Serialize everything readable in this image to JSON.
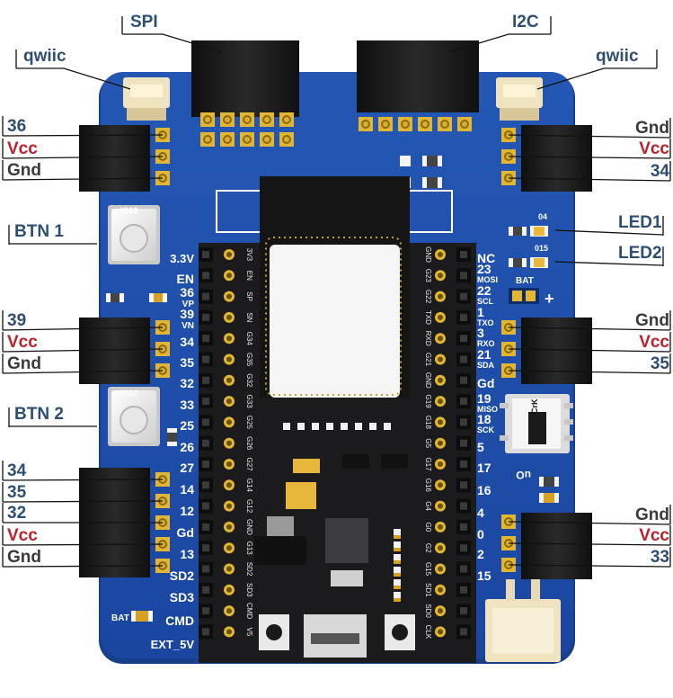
{
  "connectors": {
    "spi": "SPI",
    "i2c": "I2C",
    "qwiic_left": "qwiic",
    "qwiic_right": "qwiic"
  },
  "left_callouts": {
    "h1": [
      "36",
      "Vcc",
      "Gnd"
    ],
    "btn1": "BTN 1",
    "h2": [
      "39",
      "Vcc",
      "Gnd"
    ],
    "btn2": "BTN 2",
    "h3": [
      "34",
      "35",
      "32",
      "Vcc",
      "Gnd"
    ]
  },
  "right_callouts": {
    "h1": [
      "Gnd",
      "Vcc",
      "34"
    ],
    "led1": "LED1",
    "led2": "LED2",
    "h2": [
      "Gnd",
      "Vcc",
      "35"
    ],
    "h3": [
      "Gnd",
      "Vcc",
      "33"
    ]
  },
  "board": {
    "left_pins": [
      "3.3V",
      "EN",
      "36",
      "39",
      "34",
      "35",
      "32",
      "33",
      "25",
      "26",
      "27",
      "14",
      "12",
      "Gd",
      "13",
      "SD2",
      "SD3",
      "CMD",
      "EXT_5V"
    ],
    "left_pins_sub": [
      "",
      "",
      "VP",
      "VN",
      "",
      "",
      "",
      "",
      "",
      "",
      "",
      "",
      "",
      "",
      "",
      "",
      "",
      "",
      ""
    ],
    "right_pins": [
      "NC",
      "23",
      "22",
      "1",
      "3",
      "21",
      "Gd",
      "19",
      "18",
      "5",
      "17",
      "16",
      "4",
      "0",
      "2",
      "15"
    ],
    "right_pins_sub": [
      "",
      "MOSI",
      "SCL",
      "TXO",
      "RXO",
      "SDA",
      "",
      "MISO",
      "SCK",
      "",
      "",
      "",
      "",
      "",
      "",
      ""
    ],
    "module_left_pins": [
      "3V3",
      "EN",
      "SP",
      "SN",
      "G34",
      "G35",
      "G32",
      "G33",
      "G25",
      "G26",
      "G27",
      "G14",
      "G12",
      "GND",
      "G13",
      "SD2",
      "SD3",
      "CMD",
      "V5"
    ],
    "module_right_pins": [
      "GND",
      "G23",
      "G22",
      "TXD",
      "RXD",
      "G21",
      "GND",
      "G19",
      "G18",
      "G5",
      "G17",
      "G16",
      "G4",
      "G0",
      "G2",
      "G15",
      "SD1",
      "SD0",
      "CLK"
    ],
    "chip_labels": {
      "top_left": "IO13",
      "mid_left": "IO12",
      "led_top": "04",
      "led_bottom": "015",
      "bat_right": "BAT",
      "bat_left": "BAT",
      "plus": "+",
      "switch": "CrK",
      "switch_sub": "uO"
    },
    "colors": {
      "pcb": "#1e4ea6",
      "pcb_edge": "#173f8a",
      "header": "#1b1b1b",
      "gold": "#e2b533",
      "silk": "#ffffff"
    }
  }
}
